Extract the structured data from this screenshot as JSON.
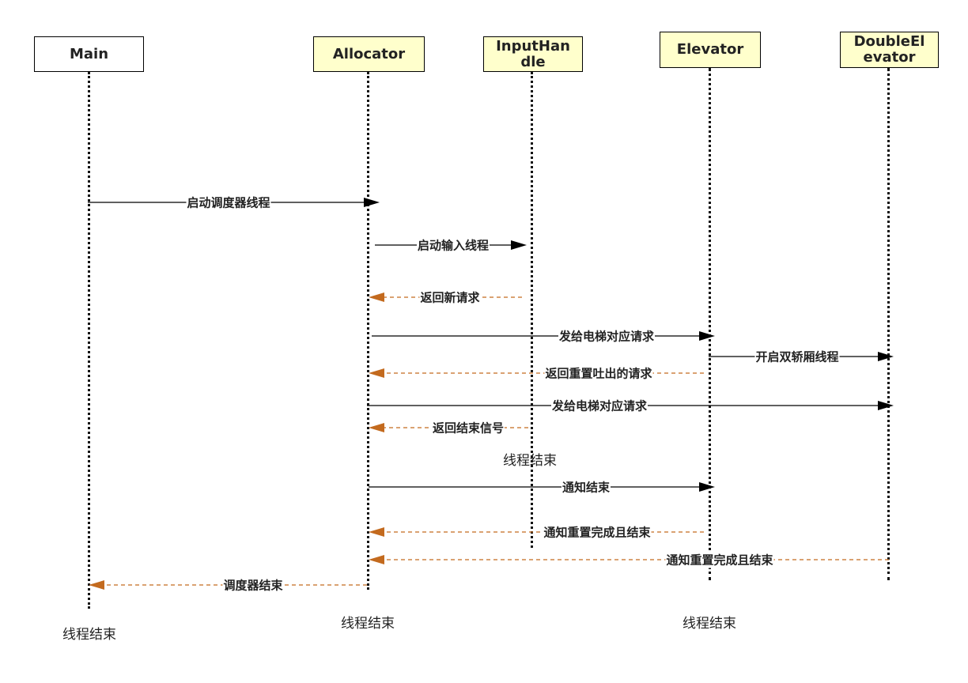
{
  "colors": {
    "sync": "#000000",
    "return": "#c36a1e",
    "main_box_fill": "#ffffff",
    "other_box_fill": "#ffffcc"
  },
  "participants": {
    "main": "Main",
    "allocator": "Allocator",
    "input_handle_line1": "InputHan",
    "input_handle_line2": "dle",
    "elevator": "Elevator",
    "double_elevator_line1": "DoubleEl",
    "double_elevator_line2": "evator"
  },
  "messages": [
    {
      "from": "main",
      "to": "allocator",
      "label": "启动调度器线程",
      "type": "sync"
    },
    {
      "from": "allocator",
      "to": "input_handle",
      "label": "启动输入线程",
      "type": "sync"
    },
    {
      "from": "input_handle",
      "to": "allocator",
      "label": "返回新请求",
      "type": "return"
    },
    {
      "from": "allocator",
      "to": "elevator",
      "label": "发给电梯对应请求",
      "type": "sync"
    },
    {
      "from": "elevator",
      "to": "double_elevator",
      "label": "开启双轿厢线程",
      "type": "sync"
    },
    {
      "from": "elevator",
      "to": "allocator",
      "label": "返回重置吐出的请求",
      "type": "return"
    },
    {
      "from": "allocator",
      "to": "double_elevator",
      "label": "发给电梯对应请求",
      "type": "sync"
    },
    {
      "from": "input_handle",
      "to": "allocator",
      "label": "返回结束信号",
      "type": "return"
    },
    {
      "from": "allocator",
      "to": "elevator",
      "label": "通知结束",
      "type": "sync"
    },
    {
      "from": "elevator",
      "to": "allocator",
      "label": "通知重置完成且结束",
      "type": "return"
    },
    {
      "from": "double_elevator",
      "to": "allocator",
      "label": "通知重置完成且结束",
      "type": "return"
    },
    {
      "from": "allocator",
      "to": "main",
      "label": "调度器结束",
      "type": "return"
    }
  ],
  "end_labels": {
    "main": "线程结束",
    "allocator": "线程结束",
    "input_handle": "线程结束",
    "elevator": "线程结束"
  }
}
